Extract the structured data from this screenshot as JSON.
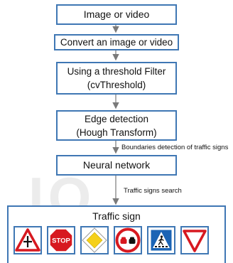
{
  "boxes": {
    "image_or_video": "Image or video",
    "convert": "Convert an image or video",
    "threshold_line1": "Using a threshold Filter",
    "threshold_line2": "(cvThreshold)",
    "edge_line1": "Edge detection",
    "edge_line2": "(Hough Transform)",
    "neural_network": "Neural network",
    "traffic_sign": "Traffic sign"
  },
  "arrow_labels": {
    "boundaries": "Boundaries detection of traffic signs",
    "search": "Traffic signs search"
  },
  "signs": [
    {
      "name": "crossroad",
      "icon": "crossroad-warning-sign-icon"
    },
    {
      "name": "stop",
      "icon": "stop-sign-icon",
      "text": "STOP"
    },
    {
      "name": "priority-road",
      "icon": "priority-road-sign-icon"
    },
    {
      "name": "no-overtaking",
      "icon": "no-overtaking-sign-icon"
    },
    {
      "name": "pedestrian-crossing",
      "icon": "pedestrian-crossing-sign-icon"
    },
    {
      "name": "yield",
      "icon": "yield-sign-icon"
    }
  ],
  "colors": {
    "box_border": "#3f77b4",
    "arrow": "#7a7a7a",
    "sign_red": "#d71920",
    "sign_blue": "#1b64b5",
    "sign_yellow": "#f5d01a"
  }
}
